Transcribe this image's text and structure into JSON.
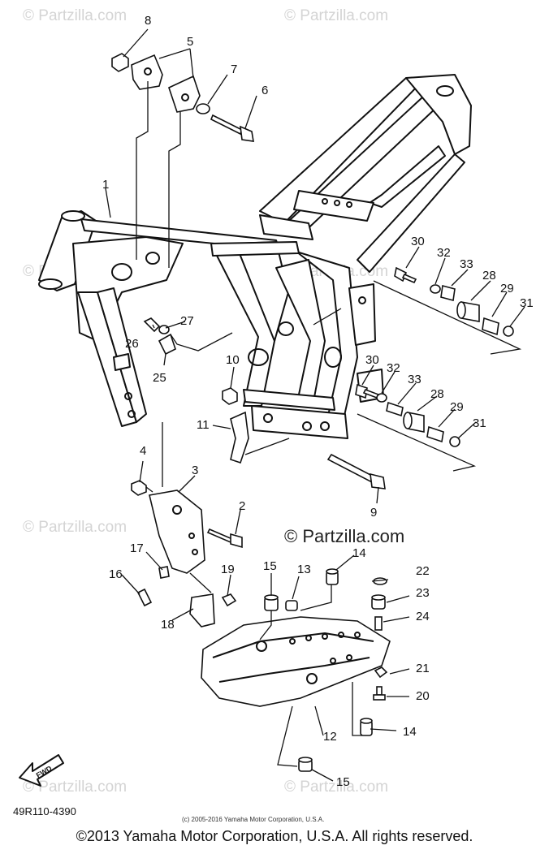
{
  "watermark": {
    "text": "© Partzilla.com"
  },
  "center_watermark": "© Partzilla.com",
  "part_number": "49R110-4390",
  "small_copyright": "(c) 2005-2016 Yamaha Motor Corporation, U.S.A.",
  "footer_copyright": "©2013 Yamaha Motor Corporation, U.S.A. All rights reserved.",
  "fwd_label": "FWD",
  "callouts": {
    "c1": "1",
    "c2": "2",
    "c3": "3",
    "c4": "4",
    "c5": "5",
    "c6": "6",
    "c7": "7",
    "c8": "8",
    "c9": "9",
    "c10": "10",
    "c11": "11",
    "c12": "12",
    "c13": "13",
    "c14a": "14",
    "c14b": "14",
    "c15a": "15",
    "c15b": "15",
    "c16": "16",
    "c17": "17",
    "c18": "18",
    "c19": "19",
    "c20": "20",
    "c21": "21",
    "c22": "22",
    "c23": "23",
    "c24": "24",
    "c25": "25",
    "c26": "26",
    "c27": "27",
    "c28a": "28",
    "c28b": "28",
    "c29a": "29",
    "c29b": "29",
    "c30a": "30",
    "c30b": "30",
    "c31a": "31",
    "c31b": "31",
    "c32a": "32",
    "c32b": "32",
    "c33a": "33",
    "c33b": "33"
  }
}
